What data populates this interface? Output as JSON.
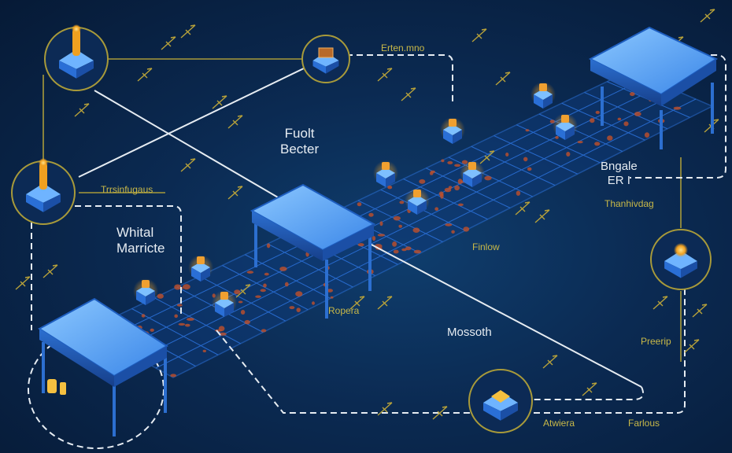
{
  "diagram": {
    "colors": {
      "background": "#0b2a52",
      "grid": "#2a6fd6",
      "platform": "#3b8ff0",
      "accent_gold": "#c8b848",
      "connector_white": "#e6ecf2",
      "hotspot": "#c0502a"
    },
    "labels": {
      "top_center": "Erten.mno",
      "center_title_line1": "Fuolt",
      "center_title_line2": "Becter",
      "left_gold": "Trrsinfugaus",
      "left_title_line1": "Whital",
      "left_title_line2": "Marricte",
      "right_title_line1": "Bngale",
      "right_title_line2": "ER I",
      "right_gold": "Thanhivdag",
      "middle_gold": "Finlow",
      "bottom_gold_left": "Ropera",
      "bottom_title": "Mossoth",
      "right_bottom_gold": "Preerip",
      "bottom_gold_node": "Atwiera",
      "bottom_gold_right": "Farlous"
    },
    "nodes": [
      {
        "id": "node-top-left",
        "icon": "gold-tower-icon"
      },
      {
        "id": "node-top-center",
        "icon": "crate-icon"
      },
      {
        "id": "node-left",
        "icon": "gold-tower-icon"
      },
      {
        "id": "node-right",
        "icon": "lamp-icon"
      },
      {
        "id": "node-bottom",
        "icon": "gold-chip-icon"
      }
    ],
    "platforms": [
      {
        "id": "platform-top-right"
      },
      {
        "id": "platform-center"
      },
      {
        "id": "platform-bottom-left"
      }
    ]
  }
}
